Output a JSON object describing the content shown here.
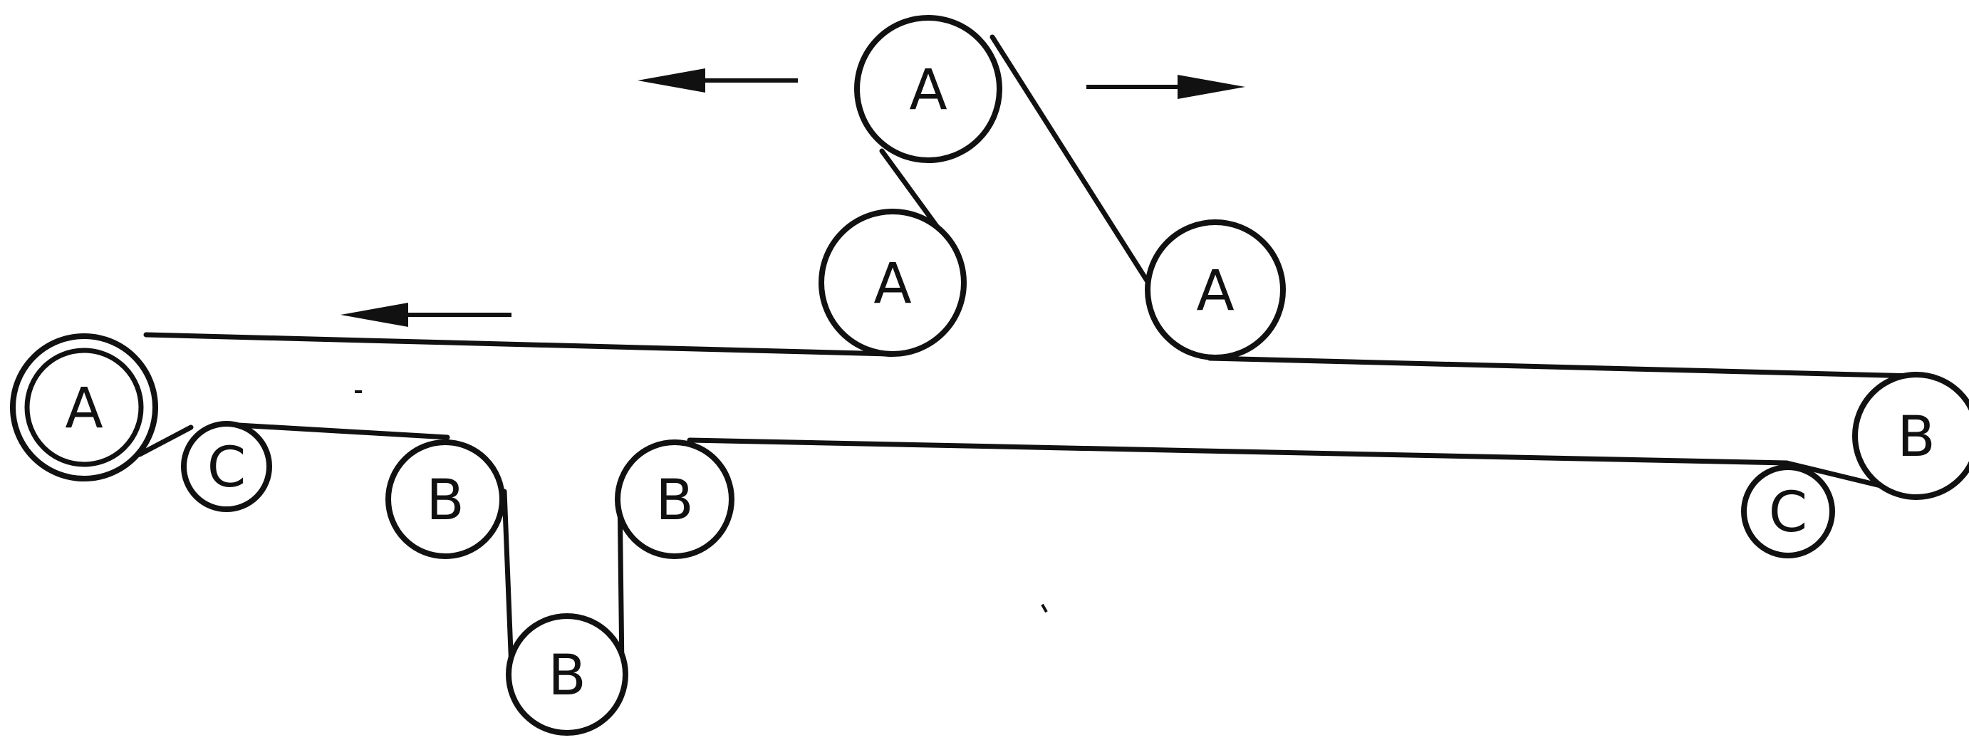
{
  "diagram": {
    "line_color": "#111111",
    "background": "#ffffff",
    "pulleys": [
      {
        "id": "top",
        "label": "A"
      },
      {
        "id": "upper-mid-left",
        "label": "A"
      },
      {
        "id": "upper-mid-right",
        "label": "A"
      },
      {
        "id": "drive-left",
        "label": "A",
        "double_ring": true
      },
      {
        "id": "tensioner-left",
        "label": "C"
      },
      {
        "id": "loop-left",
        "label": "B"
      },
      {
        "id": "loop-bottom",
        "label": "B"
      },
      {
        "id": "loop-right",
        "label": "B"
      },
      {
        "id": "end-right",
        "label": "B"
      },
      {
        "id": "tensioner-right",
        "label": "C"
      }
    ],
    "arrows": [
      {
        "id": "top-left-arrow",
        "direction": "left"
      },
      {
        "id": "top-right-arrow",
        "direction": "right"
      },
      {
        "id": "belt-left-arrow",
        "direction": "left"
      }
    ]
  }
}
